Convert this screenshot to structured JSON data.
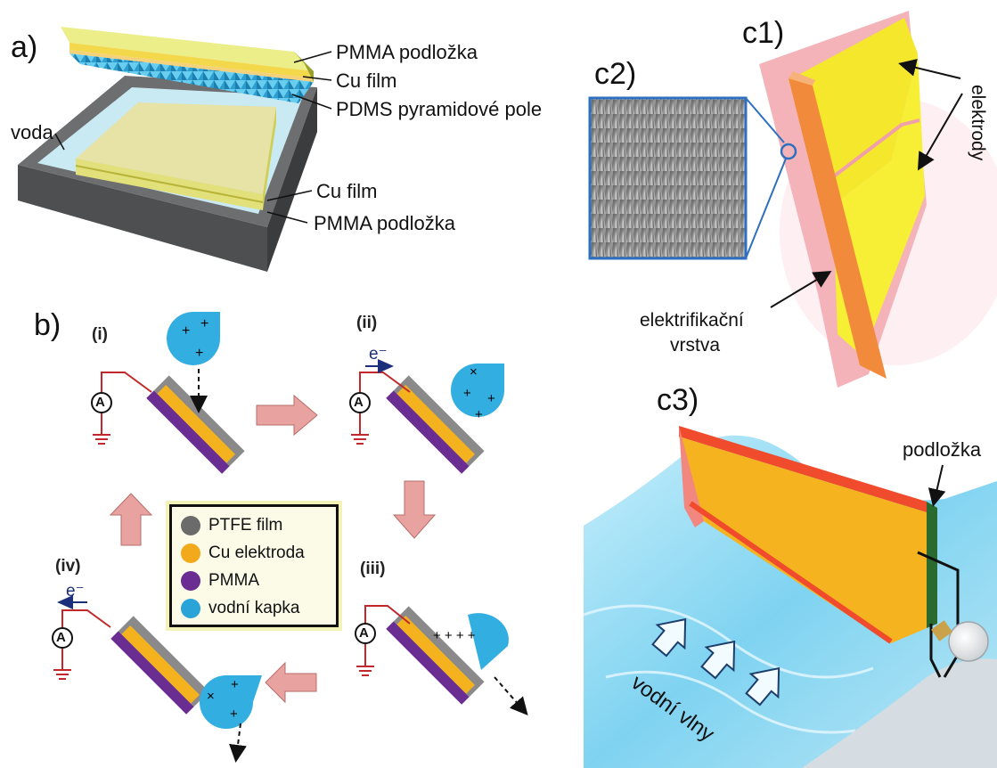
{
  "panels": {
    "a": "a)",
    "b": "b)",
    "c1": "c1)",
    "c2": "c2)",
    "c3": "c3)"
  },
  "panel_a": {
    "labels": {
      "top_substrate": "PMMA podložka",
      "top_cu": "Cu film",
      "pdms": "PDMS pyramidové pole",
      "water": "voda",
      "bottom_cu": "Cu film",
      "bottom_substrate": "PMMA podložka"
    }
  },
  "panel_b": {
    "steps": [
      "(i)",
      "(ii)",
      "(iii)",
      "(iv)"
    ],
    "meter_symbol": "A",
    "electron_label": "e⁻",
    "legend": [
      {
        "label": "PTFE film",
        "color": "#6b6b6b"
      },
      {
        "label": "Cu elektroda",
        "color": "#f2a91c"
      },
      {
        "label": "PMMA",
        "color": "#6a2d91"
      },
      {
        "label": "vodní kapka",
        "color": "#2aa3d9"
      }
    ],
    "colors": {
      "ptfe": "#8a8a8a",
      "cu": "#f5b21f",
      "pmma": "#6a2d91",
      "drop": "#33aee0",
      "wire": "#c0282b",
      "arrow": "#e8a3a1"
    }
  },
  "panel_c": {
    "electrodes_label": "elektrody",
    "layer_label_line1": "elektrifikační",
    "layer_label_line2": "vrstva",
    "substrate_label": "podložka",
    "waves_label": "vodní vlny"
  }
}
